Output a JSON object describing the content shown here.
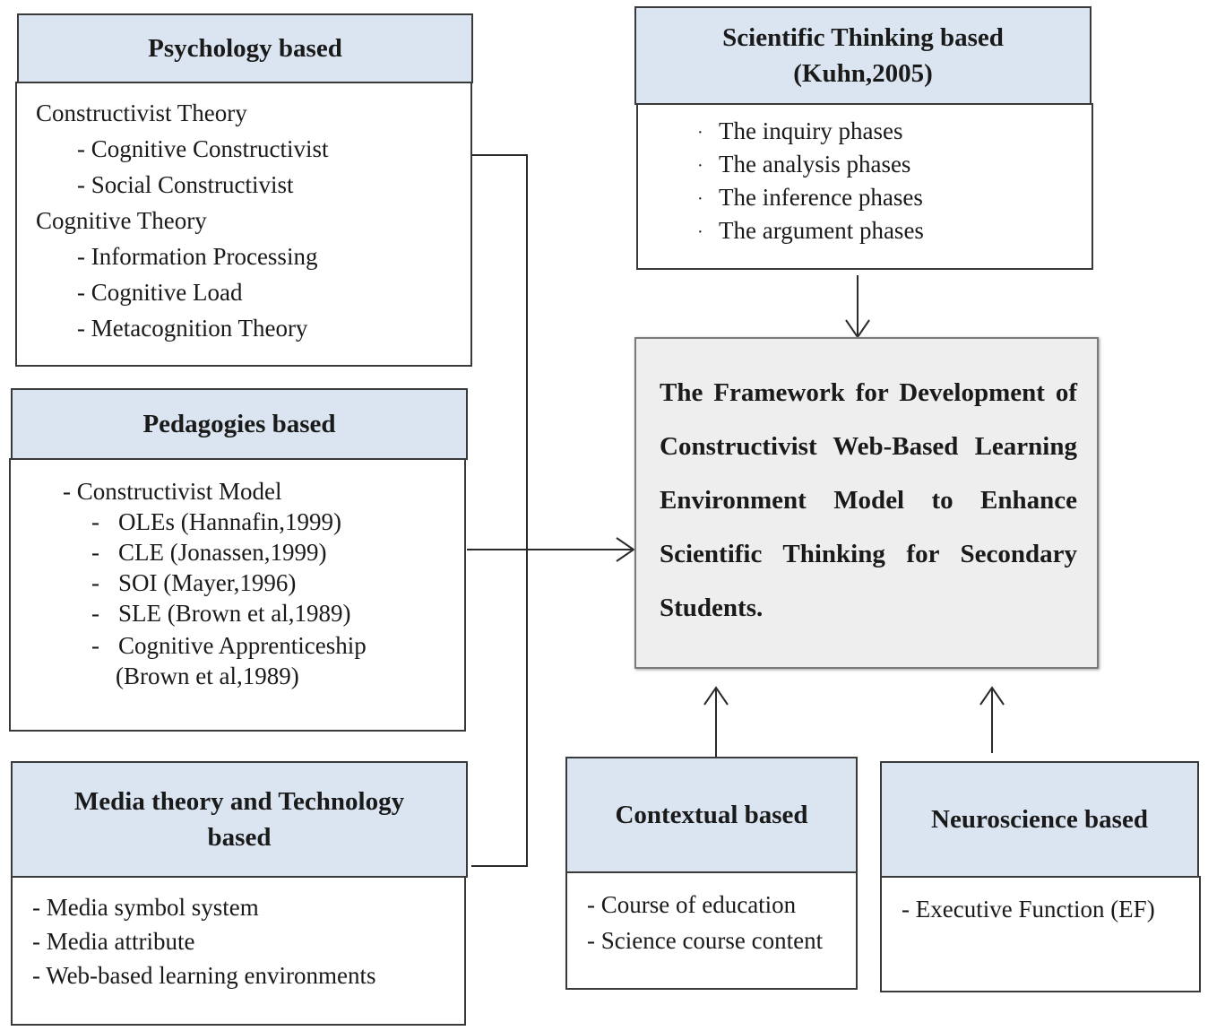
{
  "psychology": {
    "title": "Psychology based",
    "items": [
      "Constructivist Theory",
      "- Cognitive Constructivist",
      "- Social Constructivist",
      "Cognitive Theory",
      "- Information Processing",
      "- Cognitive Load",
      "- Metacognition Theory"
    ]
  },
  "pedagogies": {
    "title": "Pedagogies based",
    "items": [
      "- Constructivist Model",
      "OLEs (Hannafin,1999)",
      "CLE (Jonassen,1999)",
      "SOI (Mayer,1996)",
      "SLE (Brown et al,1989)",
      "Cognitive Apprenticeship",
      "(Brown et al,1989)"
    ]
  },
  "media": {
    "title_line1": "Media theory and Technology",
    "title_line2": "based",
    "items": [
      "- Media symbol system",
      "-  Media attribute",
      "- Web-based learning environments"
    ]
  },
  "scientific": {
    "title_line1": "Scientific Thinking based",
    "title_line2": "(Kuhn,2005)",
    "items": [
      "The inquiry phases",
      "The analysis phases",
      "The inference phases",
      "The argument phases"
    ]
  },
  "framework": {
    "text": "The Framework for Development of Constructivist Web-Based Learning Environment Model to Enhance Scientific Thinking for Secondary Students."
  },
  "contextual": {
    "title": "Contextual based",
    "items": [
      "- Course of education",
      "- Science course content"
    ]
  },
  "neuroscience": {
    "title": "Neuroscience based",
    "items": [
      "- Executive Function (EF)"
    ]
  },
  "colors": {
    "header_fill": "#dbe5f1",
    "center_fill": "#eeeeee",
    "border": "#3a3a3a"
  }
}
